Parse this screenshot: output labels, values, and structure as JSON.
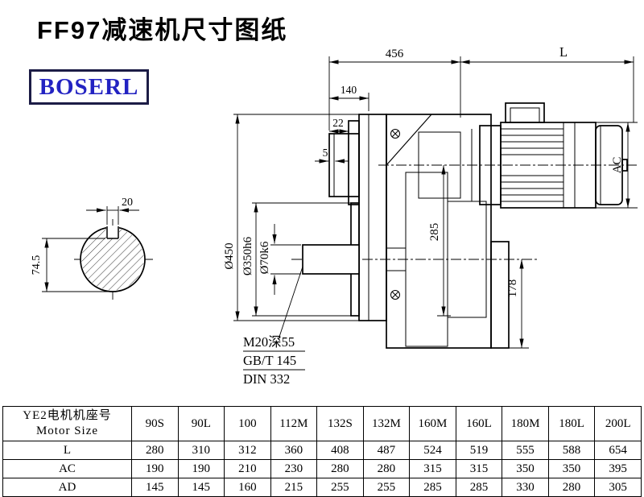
{
  "title": "FF97减速机尺寸图纸",
  "logo": "BOSERL",
  "drawing": {
    "dims": {
      "total_width": "456",
      "motor_length": "L",
      "d140": "140",
      "d22": "22",
      "d5": "5",
      "motor_height": "AC",
      "d285": "285",
      "d178": "178",
      "flange_dia": "Ø450",
      "spigot_dia": "Ø350h6",
      "shaft_dia": "Ø70k6",
      "key_width": "20",
      "key_height": "74.5"
    },
    "notes": [
      "M20深55",
      "GB/T 145",
      "DIN 332"
    ]
  },
  "table": {
    "header_cn": "YE2电机机座号",
    "header_en": "Motor Size",
    "columns": [
      "90S",
      "90L",
      "100",
      "112M",
      "132S",
      "132M",
      "160M",
      "160L",
      "180M",
      "180L",
      "200L"
    ],
    "rows": [
      {
        "label": "L",
        "values": [
          "280",
          "310",
          "312",
          "360",
          "408",
          "487",
          "524",
          "519",
          "555",
          "588",
          "654"
        ]
      },
      {
        "label": "AC",
        "values": [
          "190",
          "190",
          "210",
          "230",
          "280",
          "280",
          "315",
          "315",
          "350",
          "350",
          "395"
        ]
      },
      {
        "label": "AD",
        "values": [
          "145",
          "145",
          "160",
          "215",
          "255",
          "255",
          "285",
          "285",
          "330",
          "280",
          "305"
        ]
      }
    ]
  },
  "colors": {
    "logo_text": "#2323c2",
    "logo_border": "#1c1c46",
    "line": "#000000"
  }
}
